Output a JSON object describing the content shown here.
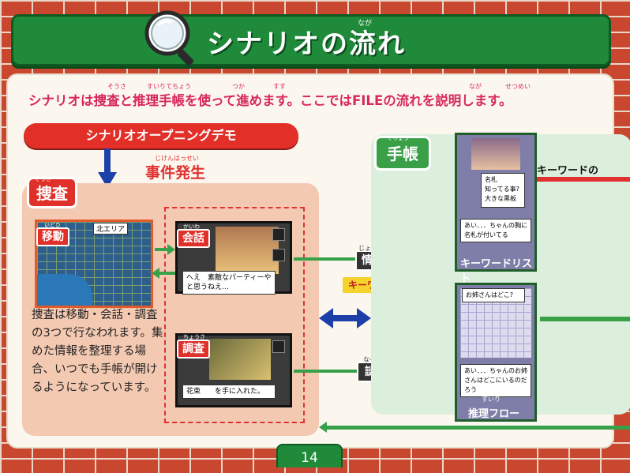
{
  "header": {
    "title": "シナリオの流れ",
    "title_furigana": "なが"
  },
  "intro": {
    "text": "シナリオは捜査と推理手帳を使って進めます。ここではFILEの流れを説明します。",
    "furigana": [
      "そうさ",
      "すいりてちょう",
      "つか",
      "すす",
      "なが",
      "せつめい"
    ]
  },
  "opening": {
    "label": "シナリオオープニングデモ"
  },
  "incident": {
    "label": "事件発生",
    "furigana": "じけんはっせい"
  },
  "investigation": {
    "tab": "捜査",
    "tab_furigana": "そうさ",
    "move_badge": "移動",
    "move_furigana": "いどう",
    "map_label": "北エリア",
    "talk_badge": "会話",
    "talk_furigana": "かいわ",
    "talk_dialog": "へえ　素敵なパーティーやと思うねえ…",
    "survey_badge": "調査",
    "survey_furigana": "ちょうさ",
    "survey_dialog": "花束　　を手に入れた。",
    "description": "捜査は移動・会話・調査の3つで行なわれます。集めた情報を整理する場合、いつでも手帳が開けるようになっています。"
  },
  "flow": {
    "info_label": "情報",
    "info_furigana": "じょうほう",
    "keyword_tag": "キーワード",
    "mystery_label": "謎",
    "mystery_furigana": "なぞ"
  },
  "notebook": {
    "tab": "手帳",
    "tab_furigana": "てちょう",
    "keyword_list_title": "キーワードリスト",
    "keyword_side_label": "キーワードの",
    "keyword_screen_text": "名札\n知ってる事?\n大きな黒板",
    "keyword_screen_dialog": "あい．．．ちゃんの胸に名札が付いてる",
    "reasoning_title": "推理フロー",
    "reasoning_furigana": "すいり",
    "reasoning_screen_header": "お姉さんはどこ?",
    "reasoning_screen_dialog": "あい．．．ちゃんのお姉さんはどこにいるのだろう"
  },
  "footer": {
    "page_number": "14"
  },
  "colors": {
    "brand_green": "#1f8a3a",
    "accent_red": "#e0302a",
    "intro_pink": "#d8285a",
    "keyword_yellow": "#f6d22c"
  }
}
